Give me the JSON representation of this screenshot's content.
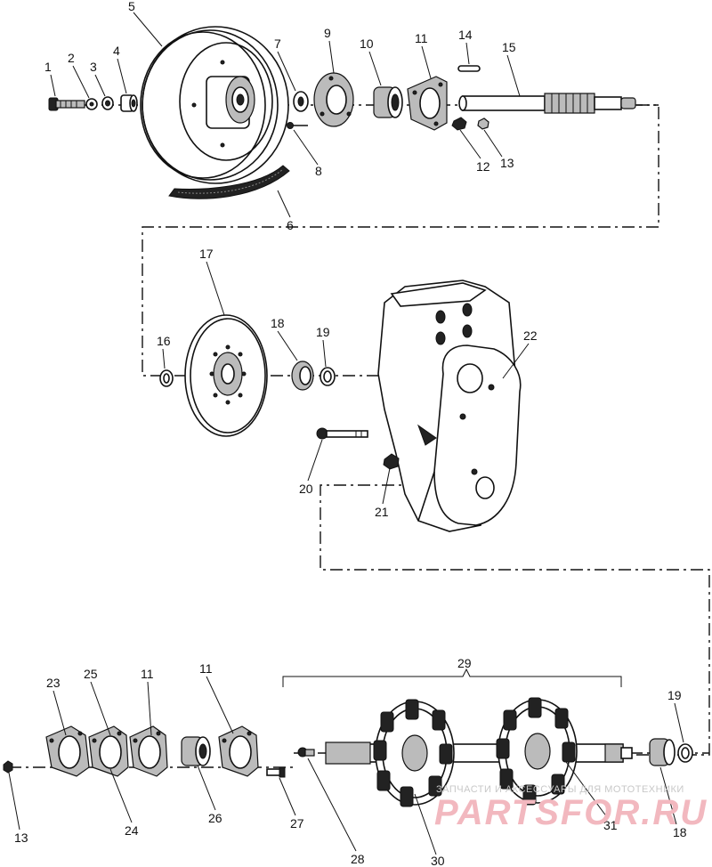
{
  "diagram": {
    "callouts": {
      "c1": "1",
      "c2": "2",
      "c3": "3",
      "c4": "4",
      "c5": "5",
      "c6": "6",
      "c7": "7",
      "c8": "8",
      "c9": "9",
      "c10": "10",
      "c11a": "11",
      "c12": "12",
      "c13a": "13",
      "c14": "14",
      "c15": "15",
      "c16": "16",
      "c17": "17",
      "c18a": "18",
      "c19a": "19",
      "c20": "20",
      "c21": "21",
      "c22": "22",
      "c23": "23",
      "c24": "24",
      "c25": "25",
      "c11b": "11",
      "c11c": "11",
      "c26": "26",
      "c27": "27",
      "c28": "28",
      "c29": "29",
      "c30": "30",
      "c31": "31",
      "c18b": "18",
      "c19b": "19",
      "c13b": "13"
    }
  },
  "watermark": {
    "tagline": "ЗАПЧАСТИ И АКСЕССУАРЫ ДЛЯ МОТОТЕХНИКИ",
    "brand": "PARTSFOR.RU"
  }
}
